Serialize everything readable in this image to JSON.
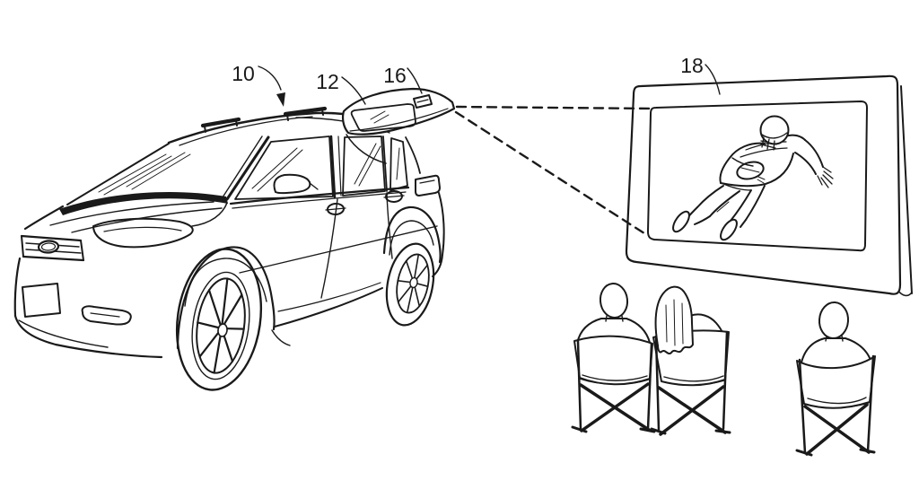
{
  "figure": {
    "background": "#ffffff",
    "ink": "#1a1a1a",
    "reference_labels": {
      "vehicle": "10",
      "liftgate": "12",
      "projector": "16",
      "screen": "18"
    }
  }
}
